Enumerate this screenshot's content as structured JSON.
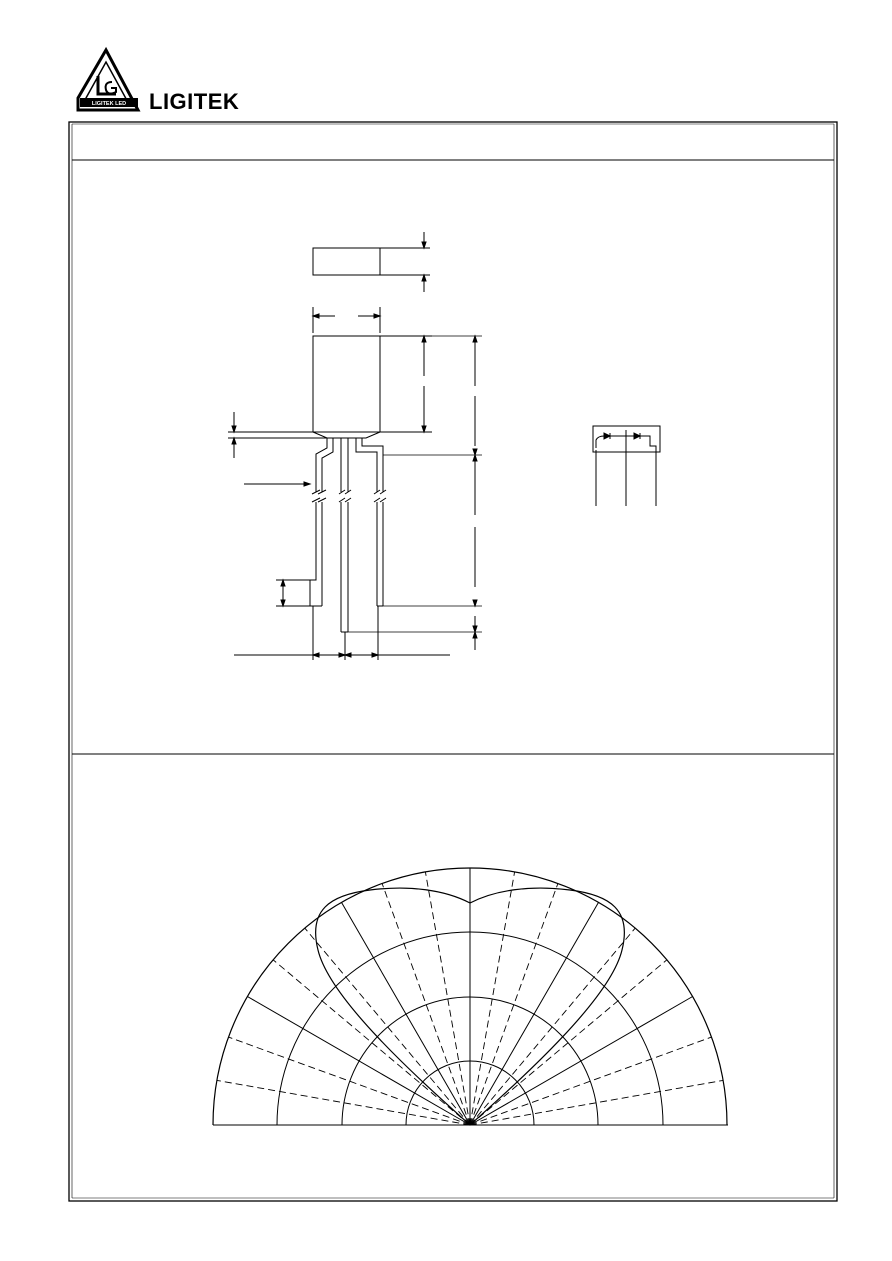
{
  "header": {
    "brand_name": "LIGITEK",
    "logo_text": "LIGITEK LED"
  },
  "sections": {
    "title_bar": "",
    "outline_drawing": "package dimensions drawing",
    "radiation_diagram": "polar radiation pattern"
  },
  "colors": {
    "line": "#000000",
    "background": "#ffffff"
  }
}
